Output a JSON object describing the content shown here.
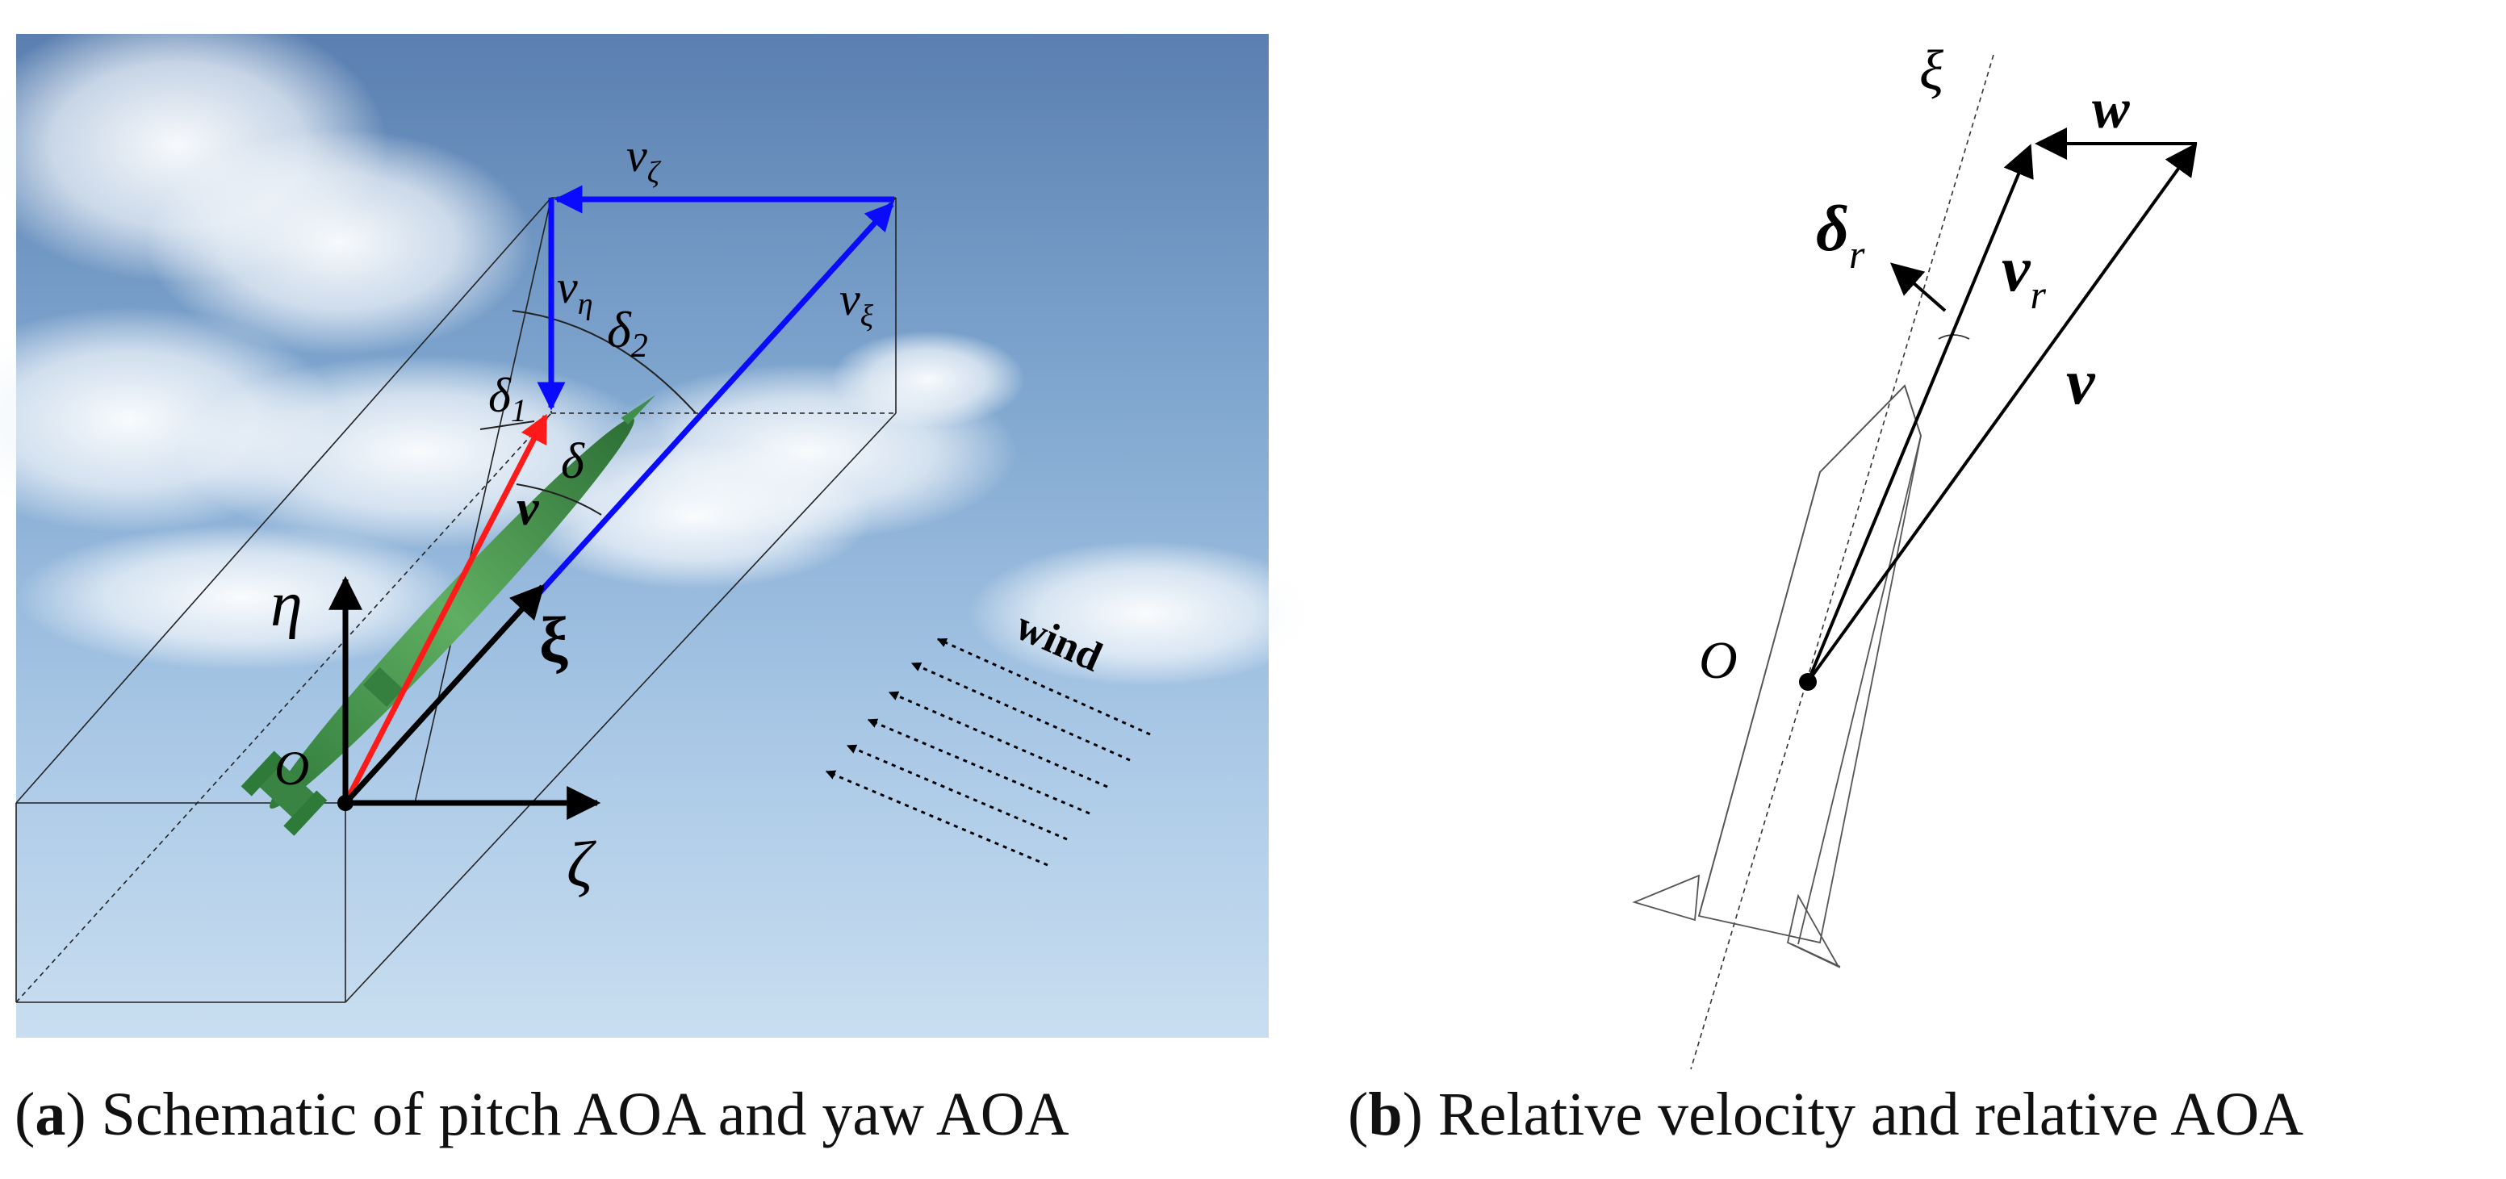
{
  "panel_a": {
    "label_v_zeta": "v",
    "label_v_zeta_sub": "ζ",
    "label_v_eta": "v",
    "label_v_eta_sub": "η",
    "label_v_xi": "v",
    "label_v_xi_sub": "ξ",
    "label_delta1": "δ",
    "label_delta1_sub": "1",
    "label_delta2": "δ",
    "label_delta2_sub": "2",
    "label_delta": "δ",
    "label_v": "v",
    "label_eta": "η",
    "label_xi": "ξ",
    "label_zeta": "ζ",
    "label_origin": "O",
    "label_wind": "wind",
    "colors": {
      "component_arrows": "#0a0aff",
      "velocity_arrow": "#ff1a1a",
      "axes": "#000000",
      "missile": "#3f8f4a"
    }
  },
  "panel_b": {
    "label_xi": "ξ",
    "label_w": "w",
    "label_delta_r": "δ",
    "label_delta_r_sub": "r",
    "label_v_r": "v",
    "label_v_r_sub": "r",
    "label_v": "v",
    "label_origin": "O"
  },
  "captions": {
    "a_open": "(",
    "a_letter": "a",
    "a_text": ") Schematic of pitch AOA and yaw AOA",
    "b_open": "(",
    "b_letter": "b",
    "b_text": ") Relative velocity and relative AOA"
  }
}
